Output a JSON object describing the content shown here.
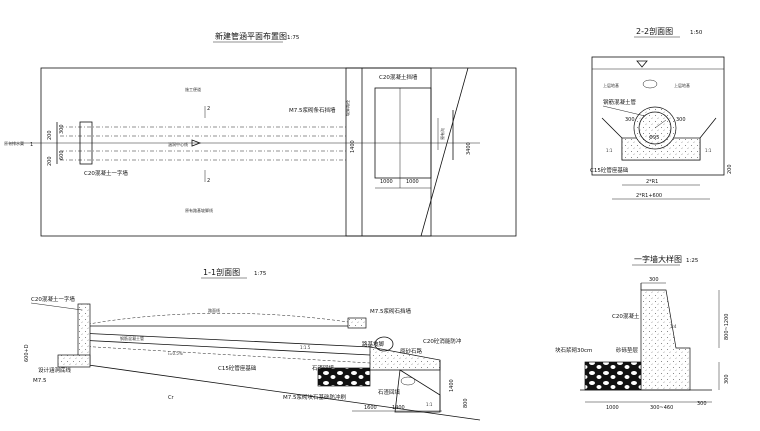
{
  "plan": {
    "title": "新建管涵平面布置图",
    "scale": "1:75",
    "labels": {
      "c20_wall": "C20混凝土挡墙",
      "m75_stone": "M7.5浆砌条石挡墙",
      "c20_headwall": "C20混凝土一字墙",
      "d1400": "1400",
      "d3400": "3400",
      "d1000a": "1000",
      "d1000b": "1000",
      "d200a": "200",
      "d200b": "200",
      "d300": "300",
      "d600": "600",
      "sec_mark_top": "1",
      "sec_mark_bot": "1",
      "sec2_top": "2",
      "sec2_bot": "2"
    },
    "tiny": [
      "原有排水渠",
      "坡脚路径",
      "施工便道",
      "原有路基坡脚线",
      "涵洞中心线",
      "原有沟"
    ]
  },
  "section22": {
    "title": "2-2剖面图",
    "scale": "1:50",
    "labels": {
      "pipe": "钢筋混凝土管",
      "base": "C15砼管座基础",
      "d300a": "300",
      "d300b": "300",
      "d200": "200",
      "d2r1": "2*R1",
      "d2r1_600": "2*R1+600",
      "soil_left": "上层地基",
      "soil_right": "上层地基",
      "r": "Φ95",
      "slope_left": "1:1",
      "slope_right": "1:1"
    }
  },
  "section11": {
    "title": "1-1剖面图",
    "scale": "1:75",
    "labels": {
      "c20_headwall": "C20混凝土一字墙",
      "m75_wall": "M7.5浆砌石挡墙",
      "c20_apron": "C20砼消能防冲",
      "c15": "C15砼管座基础",
      "stone_fill": "石渣回填",
      "stone_fill2": "石渣回填",
      "m75_base": "M7.5浆砌块石基础防冲刷",
      "m75": "M7.5",
      "d1400": "1400",
      "d1600": "1600",
      "d1400b": "1400",
      "d800": "800",
      "d_left": "600+D",
      "road_slope": "路基坡脚",
      "pipe_road": "原砂石路",
      "existing_surface": "设计涵洞底线",
      "cr": "Cr"
    },
    "tiny": [
      "路面线",
      "钢筋混凝土管",
      "i=0.5%",
      "1:1.5",
      "1:1"
    ]
  },
  "headwall": {
    "title": "一字墙大样图",
    "scale": "1:25",
    "labels": {
      "c20": "C20混凝土",
      "grout_rock": "块石浆砌30cm",
      "gravel": "砂砾垫层",
      "d300_top": "300",
      "d800_1200": "800~1200",
      "d300_side": "300",
      "d1000": "1000",
      "d300_460": "300~460",
      "d300_right": "300",
      "slope": "1:4"
    }
  }
}
